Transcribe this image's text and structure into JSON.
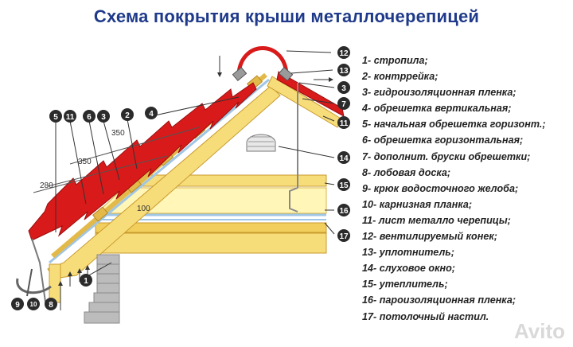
{
  "title": "Схема покрытия крыши металлочерепицей",
  "dimensions": {
    "d350_upper": "350",
    "d350_lower": "350",
    "d280": "280",
    "d100": "100"
  },
  "legend": [
    "1- стропила;",
    "2- контррейка;",
    "3- гидроизоляционная пленка;",
    "4- обрешетка вертикальная;",
    "5- начальная обрешетка горизонт.;",
    "6- обрешетка горизонтальная;",
    "7- дополнит. бруски обрешетки;",
    "8- лобовая доска;",
    "9- крюк водосточного желоба;",
    "10- карнизная планка;",
    "11- лист металло черепицы;",
    "12- вентилируемый конек;",
    "13- уплотнитель;",
    "14- слуховое окно;",
    "15- утеплитель;",
    "16- пароизоляционная пленка;",
    "17- потолочный настил."
  ],
  "callouts": [
    "1",
    "2",
    "3",
    "4",
    "5",
    "6",
    "7",
    "8",
    "9",
    "10",
    "11",
    "12",
    "13",
    "14",
    "15",
    "16",
    "17"
  ],
  "watermark": "Avito",
  "colors": {
    "title": "#1f3a8a",
    "tile": "#d81a1a",
    "timber": "#f6dd7a",
    "timber_dark": "#e3b94a",
    "insulation": "#fff6b8",
    "film": "#9fc6e4",
    "callout": "#2b2b2b",
    "brick": "#bcbcbc"
  }
}
